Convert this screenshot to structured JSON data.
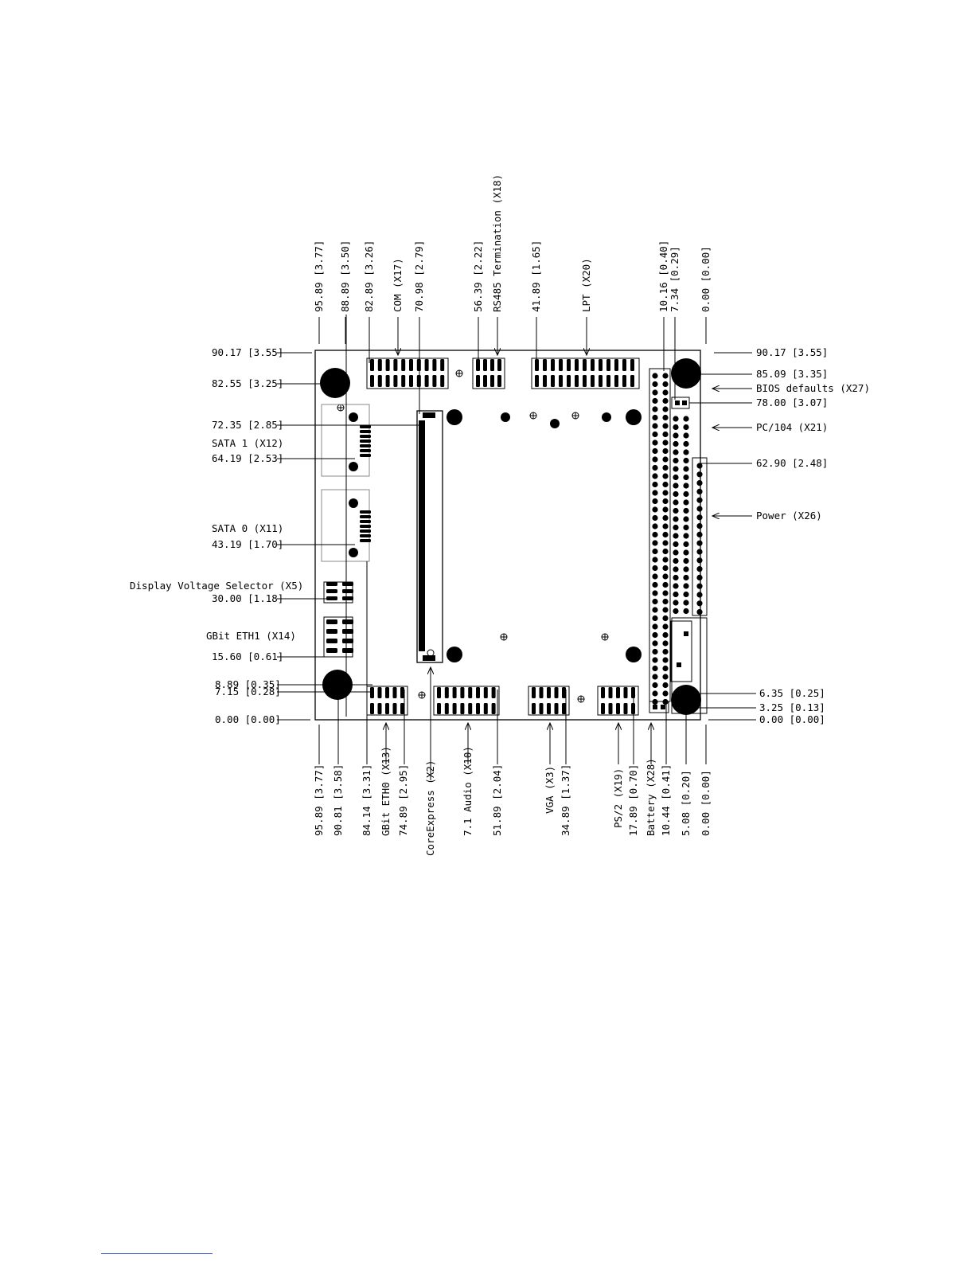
{
  "top_labels": [
    {
      "id": "t-95-89",
      "text": "95.89 [3.77]"
    },
    {
      "id": "t-88-89",
      "text": "88.89 [3.50]"
    },
    {
      "id": "t-82-89",
      "text": "82.89 [3.26]"
    },
    {
      "id": "t-com",
      "text": "COM (X17)"
    },
    {
      "id": "t-70-98",
      "text": "70.98 [2.79]"
    },
    {
      "id": "t-56-39",
      "text": "56.39 [2.22]"
    },
    {
      "id": "t-rs485",
      "text": "RS485 Termination (X18)"
    },
    {
      "id": "t-41-89",
      "text": "41.89 [1.65]"
    },
    {
      "id": "t-lpt",
      "text": "LPT (X20)"
    },
    {
      "id": "t-10-16",
      "text": "10.16 [0.40]"
    },
    {
      "id": "t-7-34",
      "text": "7.34 [0.29]"
    },
    {
      "id": "t-0-00",
      "text": "0.00 [0.00]"
    }
  ],
  "bottom_labels": [
    {
      "id": "b-95-89",
      "text": "95.89 [3.77]"
    },
    {
      "id": "b-90-81",
      "text": "90.81 [3.58]"
    },
    {
      "id": "b-84-14",
      "text": "84.14 [3.31]"
    },
    {
      "id": "b-eth0",
      "text": "GBit ETH0 (X13)"
    },
    {
      "id": "b-74-89",
      "text": "74.89 [2.95]"
    },
    {
      "id": "b-coreexpress",
      "text": "CoreExpress (X2)"
    },
    {
      "id": "b-audio",
      "text": "7.1 Audio (X10)"
    },
    {
      "id": "b-51-89",
      "text": "51.89 [2.04]"
    },
    {
      "id": "b-vga",
      "text": "VGA (X3)"
    },
    {
      "id": "b-34-89",
      "text": "34.89 [1.37]"
    },
    {
      "id": "b-ps2",
      "text": "PS/2 (X19)"
    },
    {
      "id": "b-17-89",
      "text": "17.89 [0.70]"
    },
    {
      "id": "b-battery",
      "text": "Battery (X28)"
    },
    {
      "id": "b-10-44",
      "text": "10.44 [0.41]"
    },
    {
      "id": "b-5-08",
      "text": "5.08 [0.20]"
    },
    {
      "id": "b-0-00",
      "text": "0.00 [0.00]"
    }
  ],
  "left_labels": [
    {
      "id": "l-90-17",
      "text": "90.17 [3.55]"
    },
    {
      "id": "l-82-55",
      "text": "82.55 [3.25]"
    },
    {
      "id": "l-72-35",
      "text": "72.35 [2.85]"
    },
    {
      "id": "l-sata1",
      "text": "SATA 1 (X12)"
    },
    {
      "id": "l-64-19",
      "text": "64.19 [2.53]"
    },
    {
      "id": "l-sata0",
      "text": "SATA 0 (X11)"
    },
    {
      "id": "l-43-19",
      "text": "43.19 [1.70]"
    },
    {
      "id": "l-dvs",
      "text": "Display Voltage Selector (X5)"
    },
    {
      "id": "l-30-00",
      "text": "30.00 [1.18]"
    },
    {
      "id": "l-eth1",
      "text": "GBit ETH1 (X14)"
    },
    {
      "id": "l-15-60",
      "text": "15.60 [0.61]"
    },
    {
      "id": "l-8-89",
      "text": "8.89 [0.35]"
    },
    {
      "id": "l-7-15",
      "text": "7.15 [0.28]"
    },
    {
      "id": "l-0-00",
      "text": "0.00 [0.00]"
    }
  ],
  "right_labels": [
    {
      "id": "r-90-17",
      "text": "90.17 [3.55]"
    },
    {
      "id": "r-85-09",
      "text": "85.09 [3.35]"
    },
    {
      "id": "r-bios",
      "text": "BIOS defaults (X27)"
    },
    {
      "id": "r-78-00",
      "text": "78.00 [3.07]"
    },
    {
      "id": "r-pc104",
      "text": "PC/104 (X21)"
    },
    {
      "id": "r-62-90",
      "text": "62.90 [2.48]"
    },
    {
      "id": "r-power",
      "text": "Power (X26)"
    },
    {
      "id": "r-6-35",
      "text": "6.35 [0.25]"
    },
    {
      "id": "r-3-25",
      "text": "3.25 [0.13]"
    },
    {
      "id": "r-0-00",
      "text": "0.00 [0.00]"
    }
  ]
}
